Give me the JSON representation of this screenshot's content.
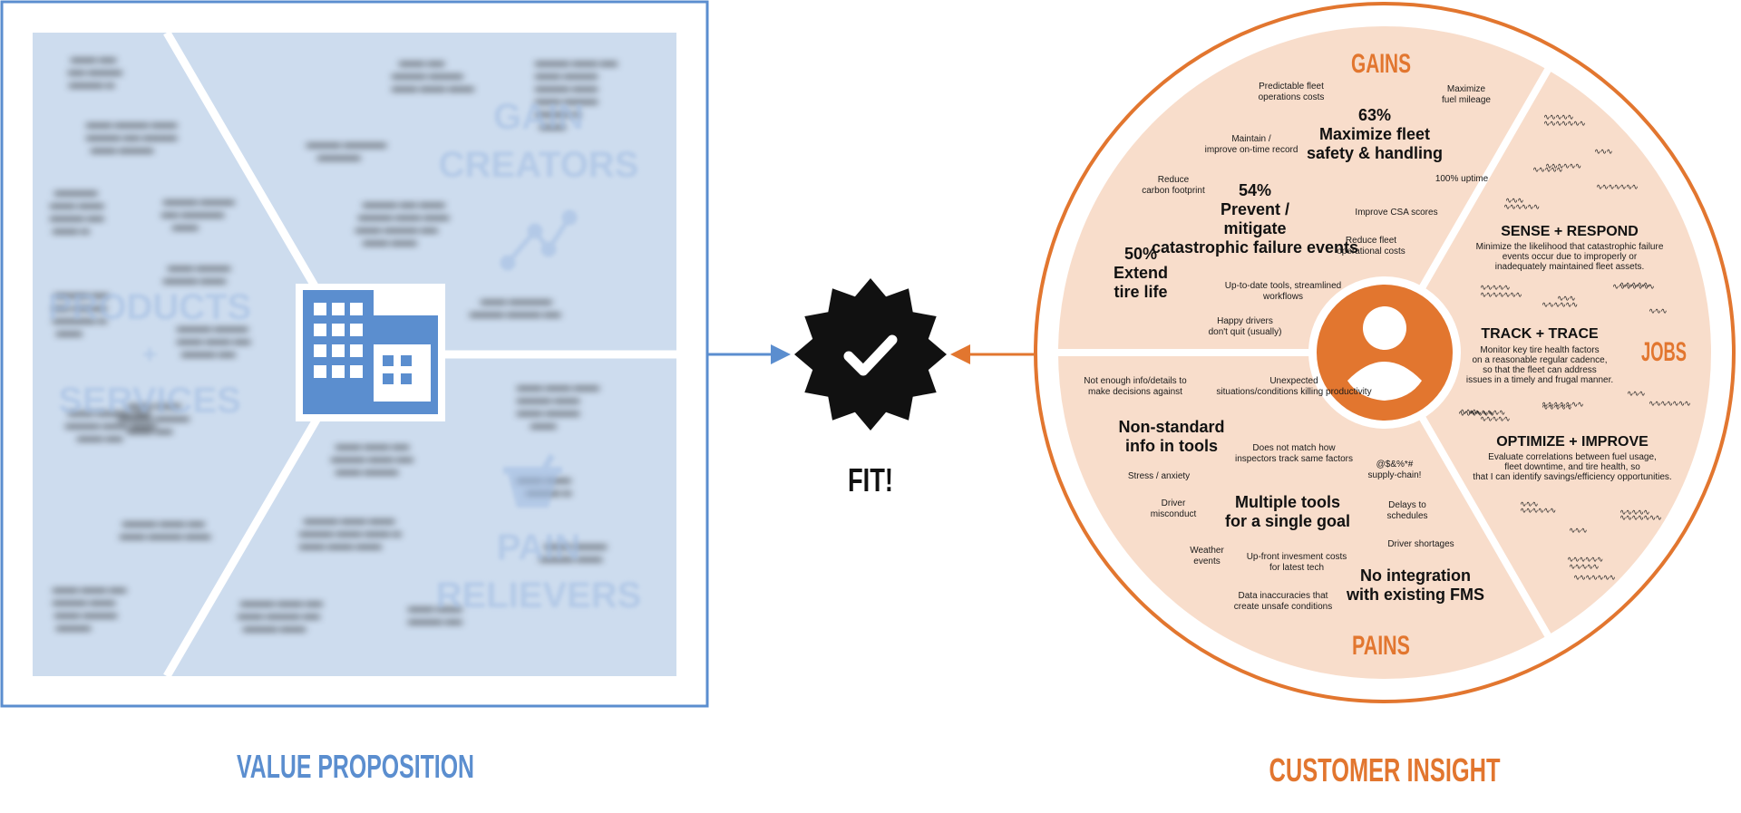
{
  "colors": {
    "blue": "#5b8ecf",
    "blue_fill": "#cddcee",
    "orange": "#e2762f",
    "orange_fill": "#f8ddcb",
    "black": "#111111"
  },
  "value_proposition": {
    "title": "VALUE PROPOSITION",
    "products_services": "PRODUCTS + SERVICES",
    "gain_creators": "GAIN CREATORS",
    "pain_relievers": "PAIN RELIEVERS",
    "icon": "building-icon",
    "gain_icon": "chart-trend-icon",
    "pain_icon": "mortar-pestle-icon"
  },
  "fit": {
    "label": "FIT!",
    "icon": "verified-badge-icon"
  },
  "customer_insight": {
    "title": "CUSTOMER INSIGHT",
    "icon": "user-avatar-icon",
    "gains": {
      "label": "GAINS",
      "items": [
        {
          "text": "Predictable fleet operations costs"
        },
        {
          "text": "Maximize fuel mileage"
        },
        {
          "text": "63% Maximize fleet safety & handling"
        },
        {
          "text": "Maintain / improve on-time record"
        },
        {
          "text": "100% uptime"
        },
        {
          "text": "Reduce carbon footprint"
        },
        {
          "text": "54% Prevent / mitigate catastrophic failure events"
        },
        {
          "text": "Improve CSA scores"
        },
        {
          "text": "Reduce fleet operational costs"
        },
        {
          "text": "50% Extend tire life"
        },
        {
          "text": "Up-to-date tools, streamlined workflows"
        },
        {
          "text": "Happy drivers don't quit (usually)"
        }
      ]
    },
    "jobs": {
      "label": "JOBS",
      "items": [
        {
          "title": "SENSE + RESPOND",
          "desc": "Minimize the likelihood that catastrophic failure events occur due to improperly or inadequately maintained fleet assets."
        },
        {
          "title": "TRACK + TRACE",
          "desc": "Monitor key tire health factors on a reasonable regular cadence, so that the fleet can address issues in a timely and frugal manner."
        },
        {
          "title": "OPTIMIZE + IMPROVE",
          "desc": "Evaluate correlations between fuel usage, fleet downtime, and tire health, so that I can identify savings/efficiency opportunities."
        }
      ]
    },
    "pains": {
      "label": "PAINS",
      "items": [
        {
          "text": "Not enough info/details to make decisions against"
        },
        {
          "text": "Unexpected situations/conditions killing productivity"
        },
        {
          "text": "Non-standard info in tools"
        },
        {
          "text": "Does not match how inspectors track same factors"
        },
        {
          "text": "@$&%*# supply-chain!"
        },
        {
          "text": "Stress / anxiety"
        },
        {
          "text": "Driver misconduct"
        },
        {
          "text": "Multiple tools for a single goal"
        },
        {
          "text": "Delays to schedules"
        },
        {
          "text": "Weather events"
        },
        {
          "text": "Driver shortages"
        },
        {
          "text": "Up-front invesment costs for latest tech"
        },
        {
          "text": "Data inaccuracies that create unsafe conditions"
        },
        {
          "text": "No integration with existing FMS"
        }
      ]
    }
  }
}
